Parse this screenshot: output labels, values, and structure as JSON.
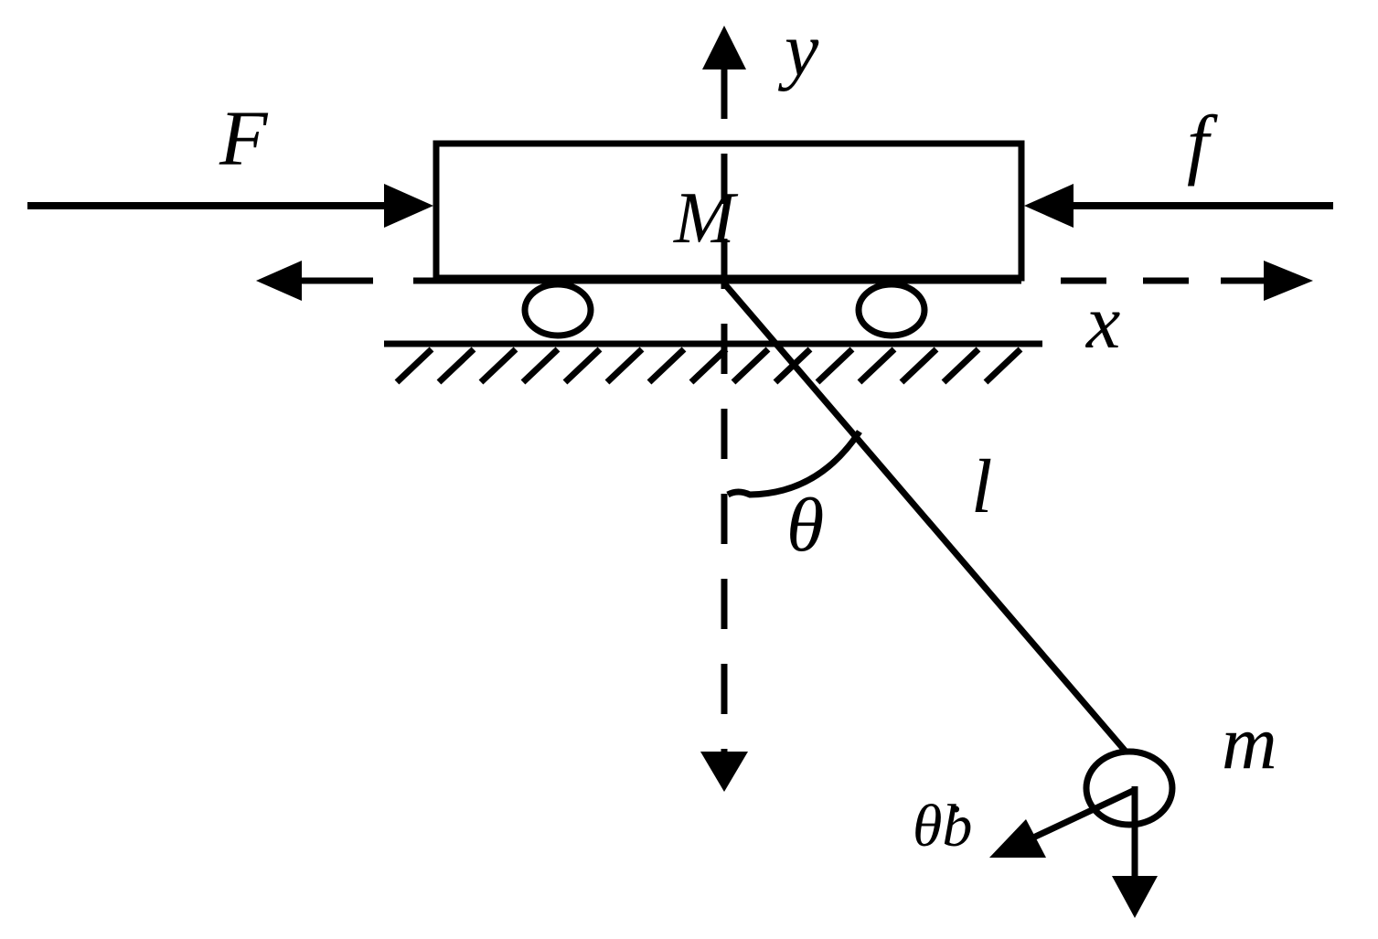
{
  "labels": {
    "force": "F",
    "friction": "f",
    "cart_mass": "M",
    "x_axis": "x",
    "y_axis": "y",
    "length": "l",
    "angle": "θ",
    "bob_mass": "m",
    "angular_velocity": "θ̇b"
  },
  "colors": {
    "ink": "#000000",
    "background": "#ffffff"
  }
}
